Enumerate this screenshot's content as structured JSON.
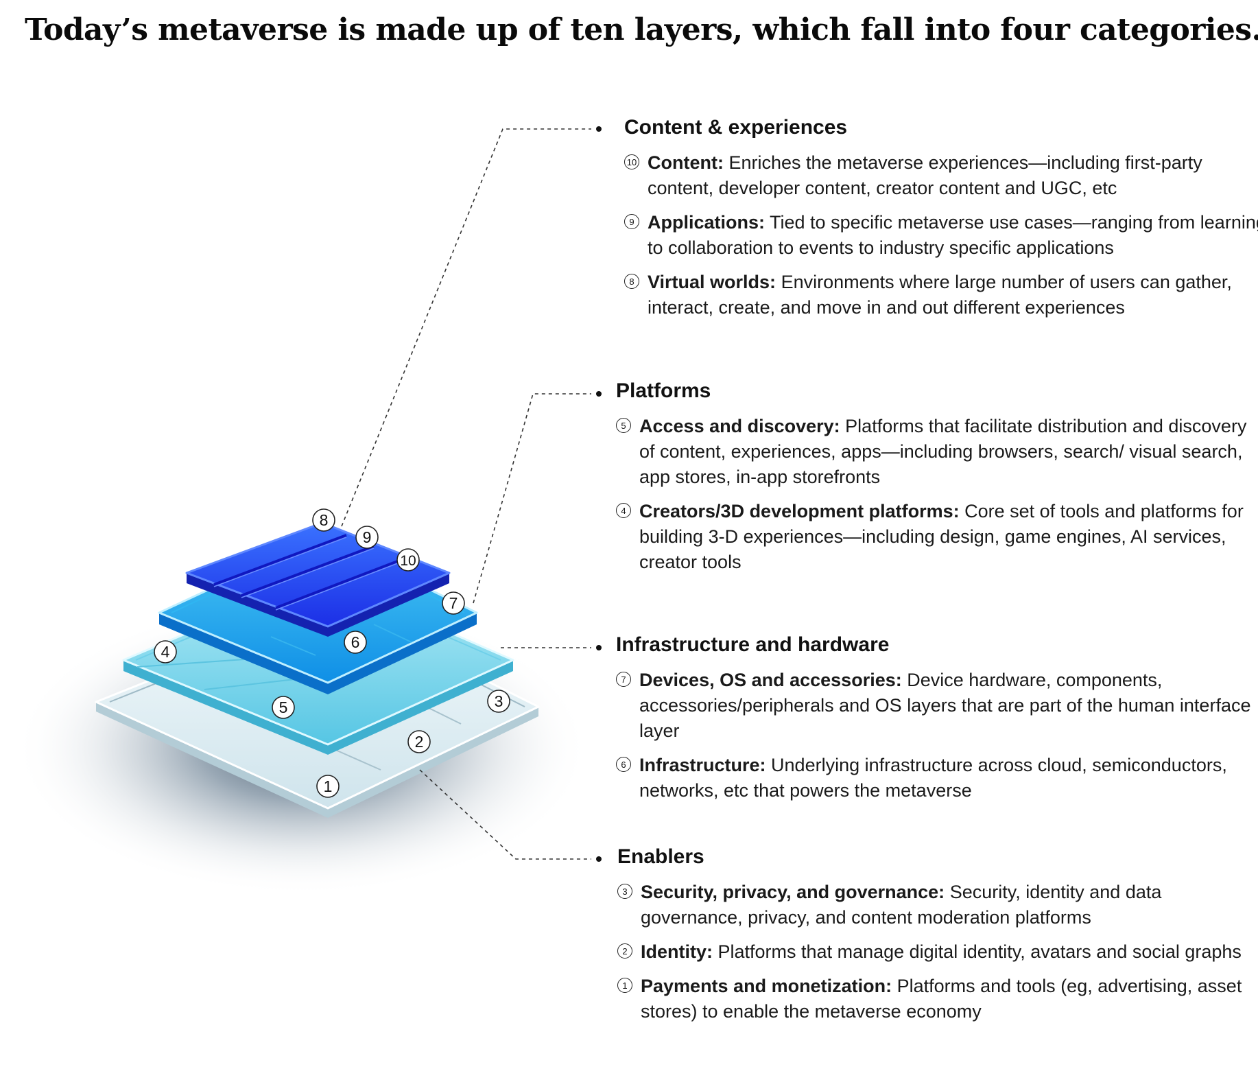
{
  "title": "Today’s metaverse is made up of ten layers, which fall into four categories.",
  "categories": [
    {
      "name": "Content & experiences",
      "layers": [
        {
          "num": "10",
          "name": "Content:",
          "desc": "Enriches the metaverse experiences—including first-party content, developer content, creator content and UGC, etc"
        },
        {
          "num": "9",
          "name": "Applications:",
          "desc": "Tied to specific metaverse use cases—ranging from learning to collaboration to events to industry specific applications"
        },
        {
          "num": "8",
          "name": "Virtual worlds:",
          "desc": "Environments where large number of users can gather, interact, create, and move in and out different experiences"
        }
      ]
    },
    {
      "name": "Platforms",
      "layers": [
        {
          "num": "5",
          "name": "Access and discovery:",
          "desc": "Platforms that facilitate distribution and discovery of content, experiences, apps—including browsers, search/ visual search, app stores, in-app storefronts"
        },
        {
          "num": "4",
          "name": "Creators/3D development platforms:",
          "desc": "Core set of tools and platforms for building 3-D experiences—including design, game engines, AI services, creator tools"
        }
      ]
    },
    {
      "name": "Infrastructure and hardware",
      "layers": [
        {
          "num": "7",
          "name": "Devices, OS and accessories:",
          "desc": "Device hardware, components, accessories/peripherals and OS layers that are part of the human interface layer"
        },
        {
          "num": "6",
          "name": "Infrastructure:",
          "desc": "Underlying infrastructure across cloud, semiconductors, networks, etc that powers the metaverse"
        }
      ]
    },
    {
      "name": "Enablers",
      "layers": [
        {
          "num": "3",
          "name": "Security, privacy, and governance:",
          "desc": "Security, identity and data governance, privacy, and content moderation platforms"
        },
        {
          "num": "2",
          "name": "Identity:",
          "desc": "Platforms that manage digital identity, avatars and social graphs"
        },
        {
          "num": "1",
          "name": "Payments and monetization:",
          "desc": "Platforms and tools (eg, advertising, asset stores) to enable the metaverse economy"
        }
      ]
    }
  ],
  "badges": [
    "8",
    "9",
    "10",
    "7",
    "6",
    "4",
    "5",
    "3",
    "2",
    "1"
  ],
  "colors": {
    "layer_enablers": "#e2f1f6",
    "layer_infrastructure": "#7fdcef",
    "layer_platforms": "#19aff0",
    "layer_content": "#1f46f0"
  }
}
